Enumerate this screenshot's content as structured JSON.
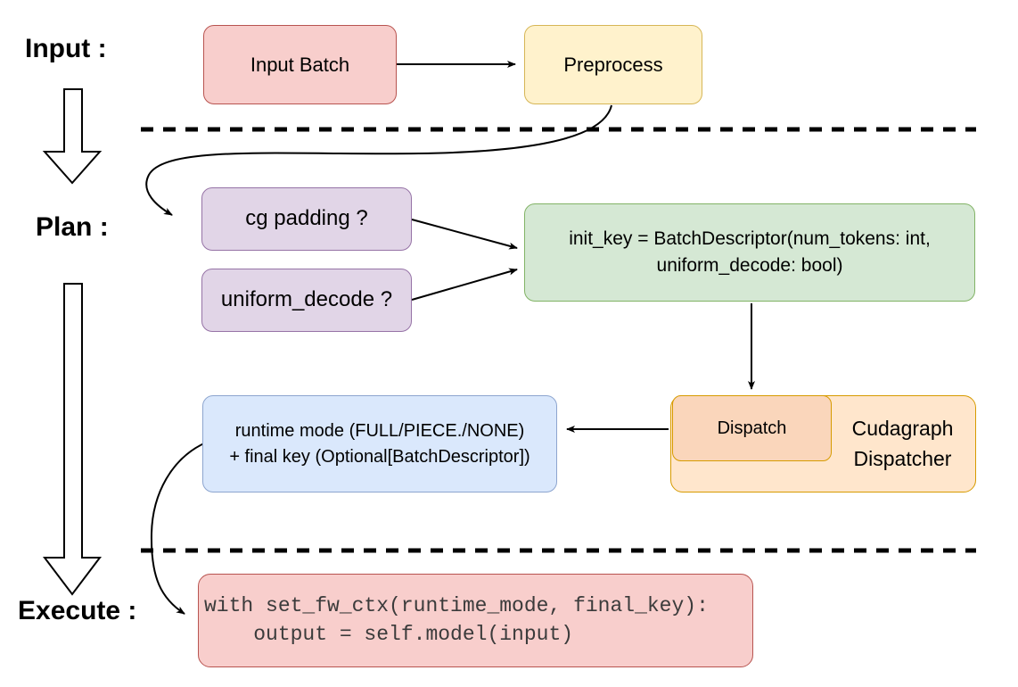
{
  "stage_labels": {
    "input": "Input :",
    "plan": "Plan :",
    "execute": "Execute :"
  },
  "nodes": {
    "input_batch": {
      "label": "Input Batch",
      "fill": "#F8CECC",
      "border": "#B85450"
    },
    "preprocess": {
      "label": "Preprocess",
      "fill": "#FFF2CC",
      "border": "#D6B656"
    },
    "cg_padding": {
      "label": "cg padding ?",
      "fill": "#E1D5E7",
      "border": "#9673A6"
    },
    "uniform_decode": {
      "label": "uniform_decode ?",
      "fill": "#E1D5E7",
      "border": "#9673A6"
    },
    "init_key": {
      "line1": "init_key = BatchDescriptor(num_tokens: int,",
      "line2": "uniform_decode: bool)",
      "fill": "#D5E8D4",
      "border": "#82B366"
    },
    "runtime_output": {
      "line1": "runtime mode (FULL/PIECE./NONE)",
      "line2": "+ final key (Optional[BatchDescriptor])",
      "fill": "#DAE8FC",
      "border": "#8DA5CF"
    },
    "dispatch": {
      "label": "Dispatch",
      "fill": "#FAD6BB",
      "border": "#D79B00"
    },
    "cudagraph_dispatcher": {
      "line1": "Cudagraph",
      "line2": "Dispatcher",
      "fill": "#FFE6CC",
      "border": "#D79B00"
    },
    "execute_code": {
      "line1": "with set_fw_ctx(runtime_mode, final_key):",
      "line2": "    output = self.model(input)",
      "fill": "#F8CECC",
      "border": "#B85450"
    }
  },
  "edges": [
    {
      "from": "input_batch",
      "to": "preprocess",
      "style": "solid-arrow"
    },
    {
      "from": "preprocess",
      "to": "cg_padding",
      "style": "curved-arrow"
    },
    {
      "from": "cg_padding",
      "to": "init_key",
      "style": "solid-arrow"
    },
    {
      "from": "uniform_decode",
      "to": "init_key",
      "style": "solid-arrow"
    },
    {
      "from": "init_key",
      "to": "dispatch",
      "style": "solid-arrow"
    },
    {
      "from": "dispatch",
      "to": "runtime_output",
      "style": "solid-arrow"
    },
    {
      "from": "runtime_output",
      "to": "execute_code",
      "style": "curved-arrow"
    },
    {
      "from": "input_stage",
      "to": "plan_stage",
      "style": "hollow-block-arrow"
    },
    {
      "from": "plan_stage",
      "to": "execute_stage",
      "style": "hollow-block-arrow"
    }
  ],
  "separators": [
    {
      "name": "input-plan-divider",
      "style": "dashed"
    },
    {
      "name": "plan-execute-divider",
      "style": "dashed"
    }
  ]
}
